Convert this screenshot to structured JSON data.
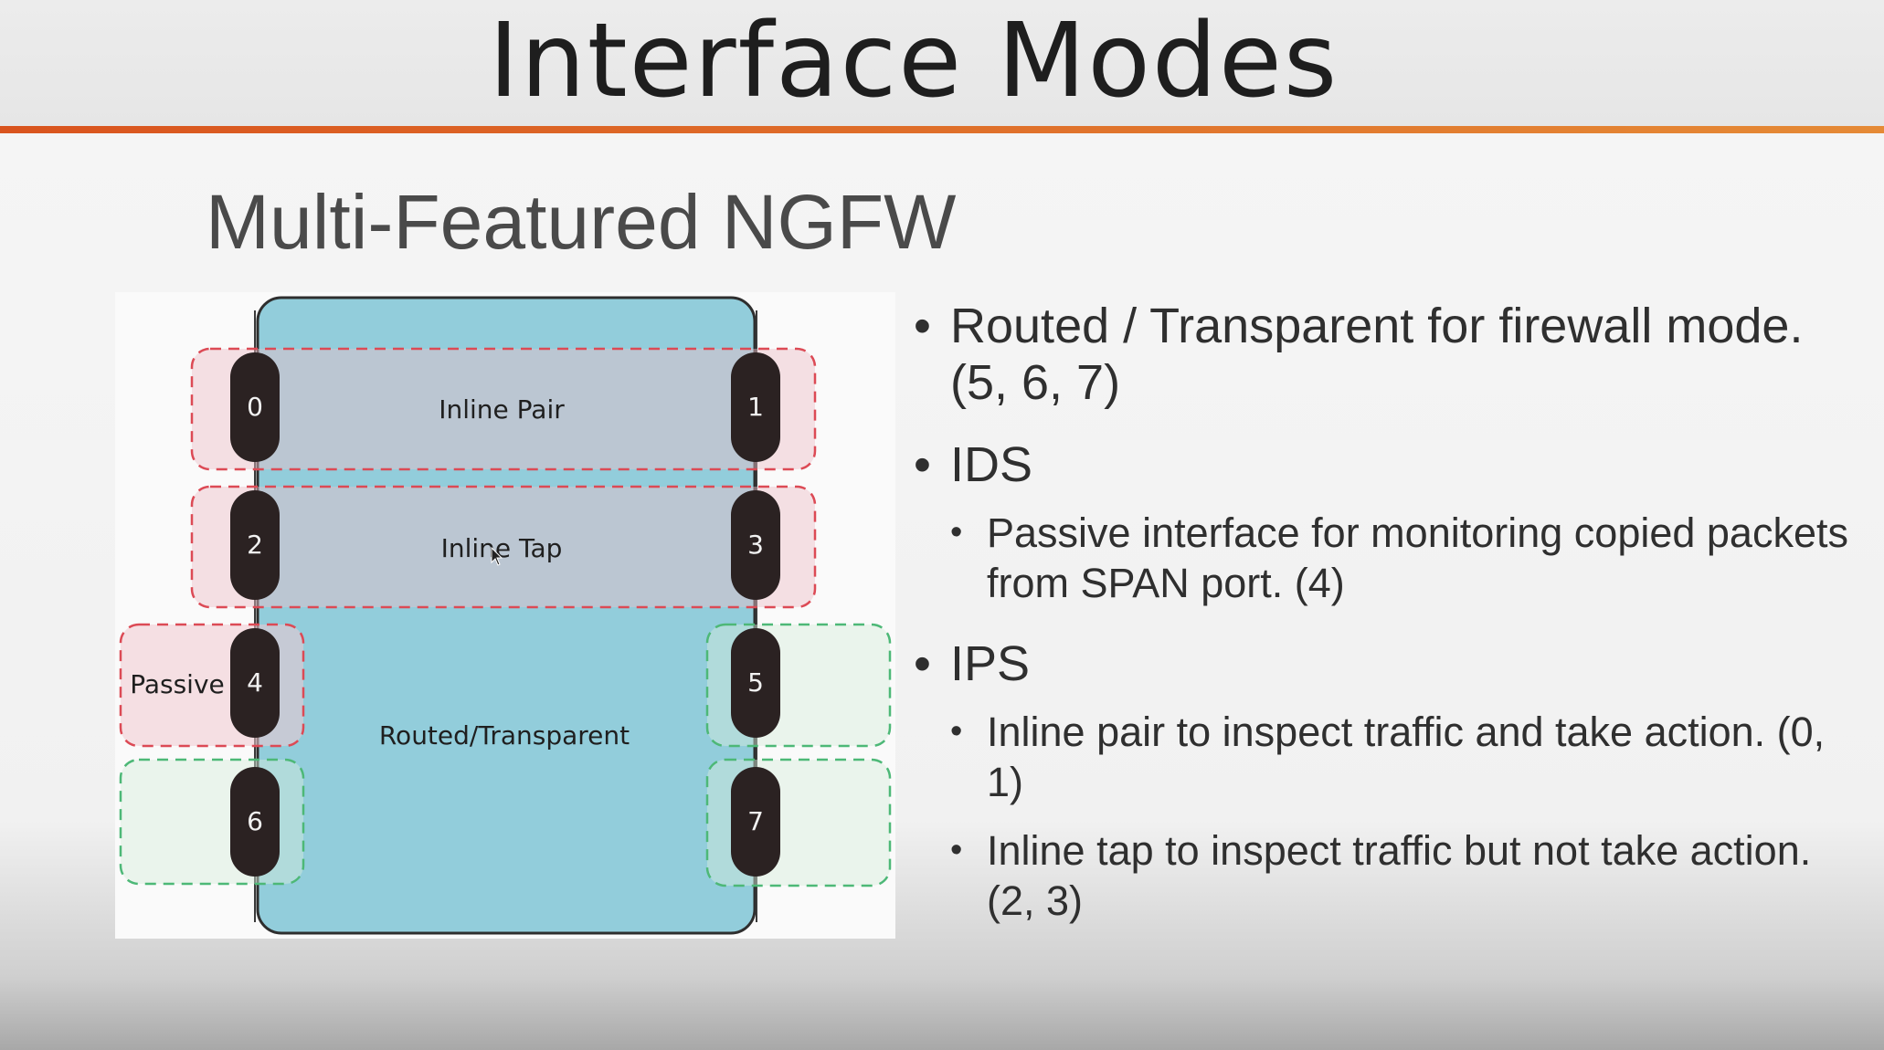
{
  "header": {
    "title": "Interface Modes",
    "accent_color": "#e06a26"
  },
  "slide": {
    "subtitle": "Multi-Featured NGFW"
  },
  "diagram": {
    "zones": {
      "inline_pair": "Inline Pair",
      "inline_tap": "Inline Tap",
      "passive": "Passive",
      "routed": "Routed/Transparent"
    },
    "ports": [
      "0",
      "1",
      "2",
      "3",
      "4",
      "5",
      "6",
      "7"
    ],
    "colors": {
      "box": "#92cddb",
      "port": "#2b2222",
      "red_dash": "#dc4a55",
      "green_dash": "#4db877"
    }
  },
  "bullets": {
    "item1": "Routed / Transparent for firewall mode. (5, 6, 7)",
    "item2": "IDS",
    "item2_sub1": "Passive interface for monitoring copied packets from SPAN port. (4)",
    "item3": "IPS",
    "item3_sub1": "Inline pair to inspect traffic and take action. (0, 1)",
    "item3_sub2": "Inline tap to inspect traffic but not take action. (2, 3)"
  }
}
